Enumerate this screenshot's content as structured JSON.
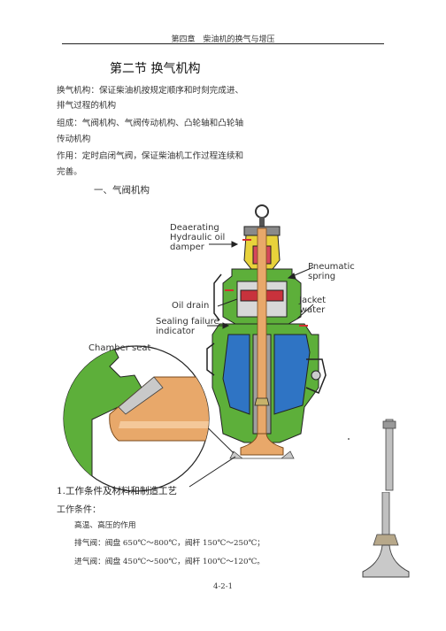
{
  "header": {
    "chapter": "第四章　柴油机的换气与增压"
  },
  "title": "第二节 换气机构",
  "intro": {
    "line1": "换气机构：保证柴油机按规定顺序和时刻完成进、",
    "line2": "排气过程的机构",
    "line3": "组成：气阀机构、气阀传动机构、凸轮轴和凸轮轴",
    "line4": "传动机构",
    "line5": "作用：定时启闭气阀，保证柴油机工作过程连续和",
    "line6": "完善。"
  },
  "subsection": "一、气阀机构",
  "figure": {
    "labels": {
      "deaerating1": "Deaerating",
      "deaerating2": "Hydraulic oil",
      "deaerating3": "damper",
      "pneumatic1": "Pneumatic",
      "pneumatic2": "spring",
      "jacket1": "Jacket",
      "jacket2": "water",
      "oil_drain": "Oil drain",
      "sealing1": "Sealing failure",
      "sealing2": "indicator",
      "chamber_seat": "Chamber seat"
    }
  },
  "section1": {
    "heading": "1.工作条件及材料和制造工艺",
    "sub": "工作条件：",
    "items": [
      "高温、高压的作用",
      "排气阀：阀盘 650℃～800℃，阀杆 150℃～250℃；",
      "进气阀：阀盘 450℃～500℃，阀杆 100℃～120℃。"
    ]
  },
  "footer": {
    "page": "4-2-1"
  }
}
